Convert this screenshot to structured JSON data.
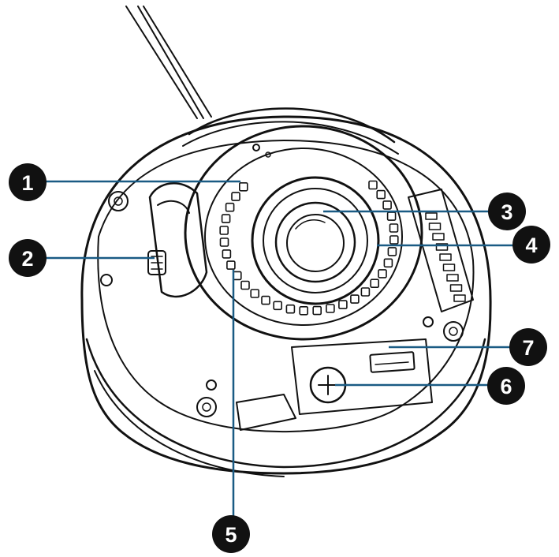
{
  "diagram": {
    "subject": "dome-camera-icon",
    "colors": {
      "outline": "#111111",
      "callout_line": "#1a5b84",
      "badge": "#111111",
      "badge_text": "#ffffff",
      "background": "#ffffff"
    },
    "callouts": [
      {
        "number": "1"
      },
      {
        "number": "2"
      },
      {
        "number": "3"
      },
      {
        "number": "4"
      },
      {
        "number": "5"
      },
      {
        "number": "6"
      },
      {
        "number": "7"
      }
    ]
  }
}
